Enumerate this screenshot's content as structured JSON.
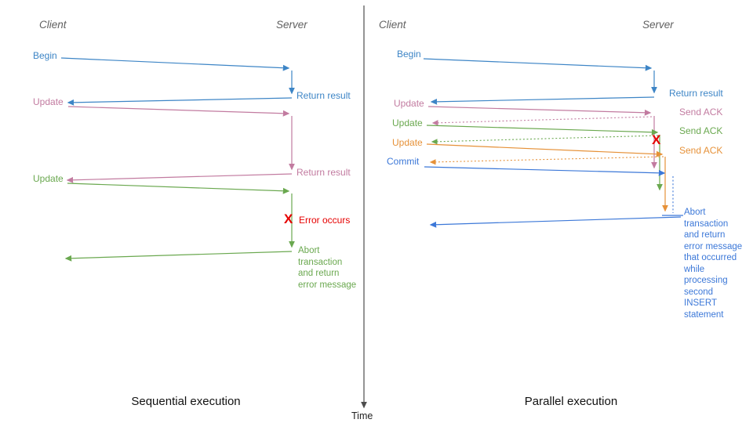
{
  "colors": {
    "blue": "#3d85c6",
    "pink": "#c27ba0",
    "green": "#6aa84f",
    "orange": "#e69138",
    "commit_blue": "#3c78d8",
    "error_red": "#e60000",
    "header_gray": "#5f5f5f"
  },
  "time_axis": {
    "label": "Time"
  },
  "left_panel": {
    "client_header": "Client",
    "server_header": "Server",
    "caption": "Sequential execution",
    "messages": {
      "begin": "Begin",
      "return_result_1": "Return result",
      "update_1": "Update",
      "return_result_2": "Return result",
      "update_2": "Update",
      "error_marker": "X",
      "error_label": "Error occurs",
      "abort_note": "Abort\ntransaction\nand return\nerror message"
    }
  },
  "right_panel": {
    "client_header": "Client",
    "server_header": "Server",
    "caption": "Parallel execution",
    "messages": {
      "begin": "Begin",
      "return_result": "Return result",
      "update_1": "Update",
      "send_ack_1": "Send ACK",
      "update_2": "Update",
      "send_ack_2": "Send ACK",
      "update_3": "Update",
      "send_ack_3": "Send ACK",
      "commit": "Commit",
      "error_marker": "X",
      "abort_note": "Abort\ntransaction\nand return\nerror message\nthat occurred\nwhile\nprocessing\nsecond\nINSERT\nstatement"
    }
  }
}
